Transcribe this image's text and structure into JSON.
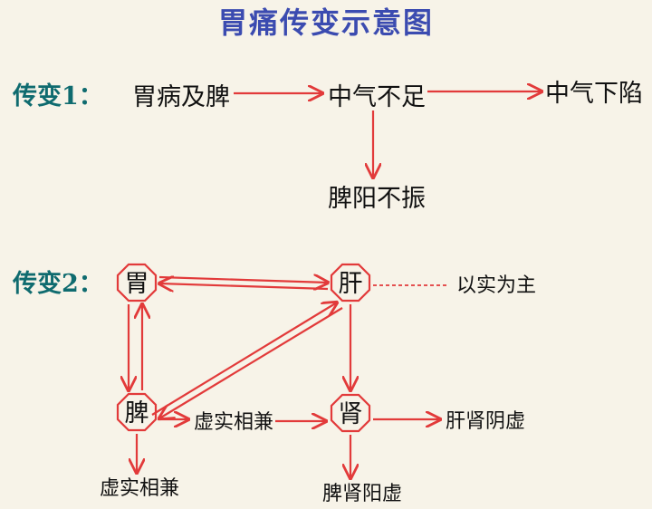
{
  "title": "胃痛传变示意图",
  "sections": {
    "s1_label": "传变1：",
    "s2_label": "传变2："
  },
  "nodes": {
    "wei_bing_ji_pi": "胃病及脾",
    "zhong_qi_bu_zu": "中气不足",
    "zhong_qi_xia_xian": "中气下陷",
    "pi_yang_bu_zhen": "脾阳不振",
    "wei": "胃",
    "gan": "肝",
    "pi": "脾",
    "shen": "肾",
    "yi_shi_wei_zhu": "以实为主",
    "xu_shi_xiang_jian_right": "虚实相兼",
    "xu_shi_xiang_jian_bottom": "虚实相兼",
    "gan_shen_yin_xu": "肝肾阴虚",
    "pi_shen_yang_xu": "脾肾阳虚"
  },
  "colors": {
    "title": "#3b4bb0",
    "label": "#0f6b6f",
    "arrow": "#e23a3a",
    "background": "#f7f3e8"
  }
}
